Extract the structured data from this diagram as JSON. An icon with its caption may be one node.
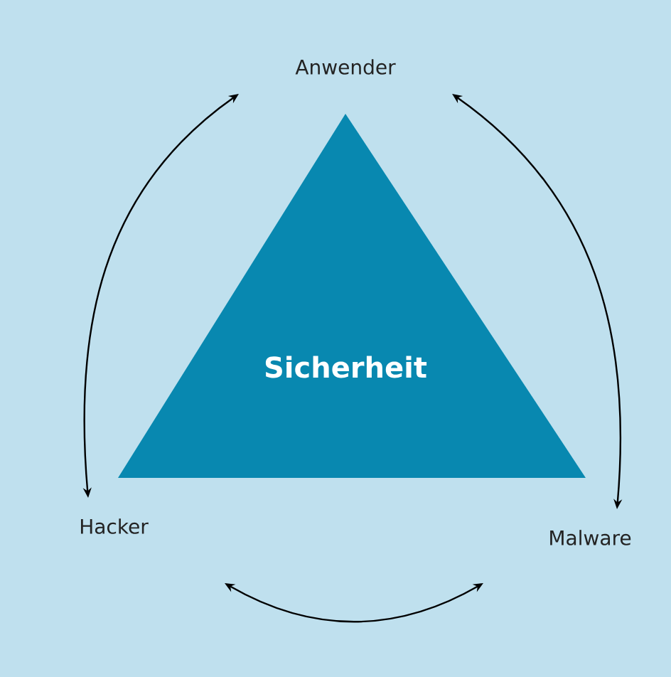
{
  "diagram": {
    "nodes": [
      {
        "text": [
          "Sicherheit"
        ]
      },
      {
        "text": [
          "Anwender"
        ]
      },
      {
        "text": [
          "Hacker"
        ]
      },
      {
        "text": [
          "Malware"
        ]
      }
    ],
    "edges": [
      {
        "from": 1,
        "to": 2,
        "arrow": "both"
      },
      {
        "from": 1,
        "to": 3,
        "arrow": "both"
      },
      {
        "from": 2,
        "to": 3,
        "arrow": "both"
      }
    ]
  }
}
